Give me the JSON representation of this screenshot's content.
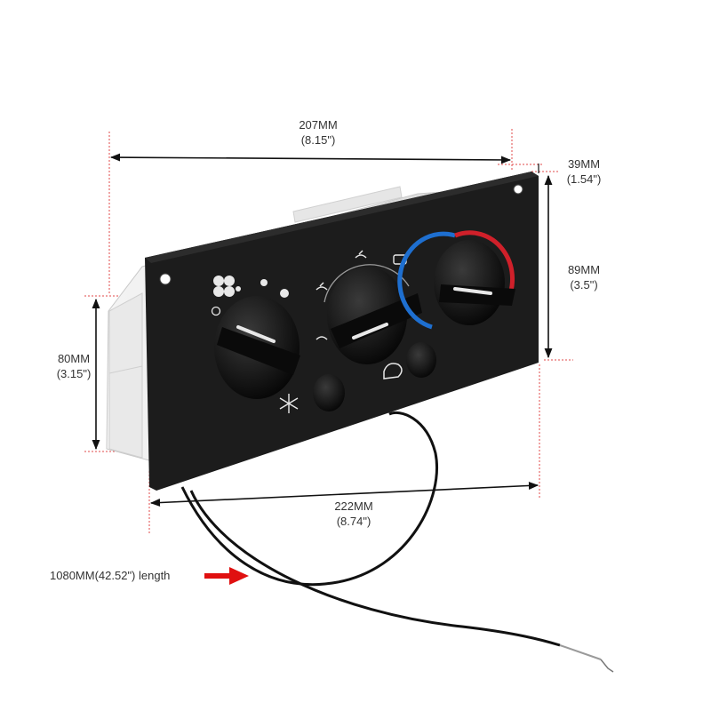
{
  "dimensions": {
    "width_top": {
      "mm": "207MM",
      "in": "(8.15\")"
    },
    "width_bottom": {
      "mm": "222MM",
      "in": "(8.74\")"
    },
    "height_left": {
      "mm": "80MM",
      "in": "(3.15\")"
    },
    "height_right": {
      "mm": "89MM",
      "in": "(3.5\")"
    },
    "depth": {
      "mm": "39MM",
      "in": "(1.54\")"
    }
  },
  "cable": {
    "label": "1080MM(42.52\")  length"
  },
  "colors": {
    "panel": "#1c1c1c",
    "knob": "#0d0d0d",
    "hot": "#d0202a",
    "cold": "#1e6fd0",
    "dimension_line": "#111111",
    "guide_line": "#e04a4a",
    "arrow": "#e01010"
  }
}
